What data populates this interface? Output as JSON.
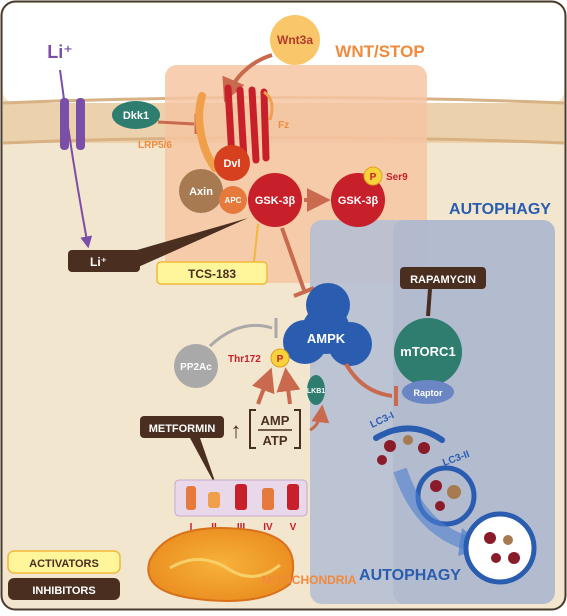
{
  "labels": {
    "wnt3a": "Wnt3a",
    "wnt_stop": "WNT/STOP",
    "li_plus": "Li⁺",
    "dkk1": "Dkk1",
    "fz": "Fz",
    "lrp": "LRP5/6",
    "dvl": "Dvl",
    "axin": "Axin",
    "apc": "APC",
    "gsk_left": "GSK-3β",
    "gsk_right": "GSK-3β",
    "p": "P",
    "ser9": "Ser9",
    "autophagy_title": "AUTOPHAGY",
    "li_inhibitor": "Li⁺",
    "tcs": "TCS-183",
    "rapamycin": "RAPAMYCIN",
    "ampk": "AMPK",
    "pp2ac": "PP2Ac",
    "thr172": "Thr172",
    "mtorc1": "mTORC1",
    "raptor": "Raptor",
    "lkb1": "LKB1",
    "metformin": "METFORMIN",
    "amp": "AMP",
    "atp": "ATP",
    "up_arrow": "↑",
    "lc3_i": "LC3-I",
    "lc3_ii": "LC3-II",
    "complex_i": "I",
    "complex_ii": "II",
    "complex_iii": "III",
    "complex_iv": "IV",
    "complex_v": "V",
    "mitochondria": "MITOCHONDRIA",
    "autophagy_bottom": "AUTOPHAGY",
    "legend_activators": "ACTIVATORS",
    "legend_inhibitors": "INHIBITORS"
  },
  "colors": {
    "frame": "#4a3b2f",
    "cytoplasm": "#f3e6cf",
    "membrane": "#e8c99a",
    "wnt_box": "#f6c6a2",
    "autophagy_box": "#b6bfd3",
    "gsk": "#c8202a",
    "ampk": "#2a5db0",
    "mtorc": "#2e7d6e",
    "activator_fill": "#fff59a",
    "activator_stroke": "#f0b93a",
    "inhibitor_fill": "#4a2e20",
    "arrow": "#c96a4f",
    "title_orange": "#f08a3c",
    "title_blue": "#2a5db0"
  }
}
